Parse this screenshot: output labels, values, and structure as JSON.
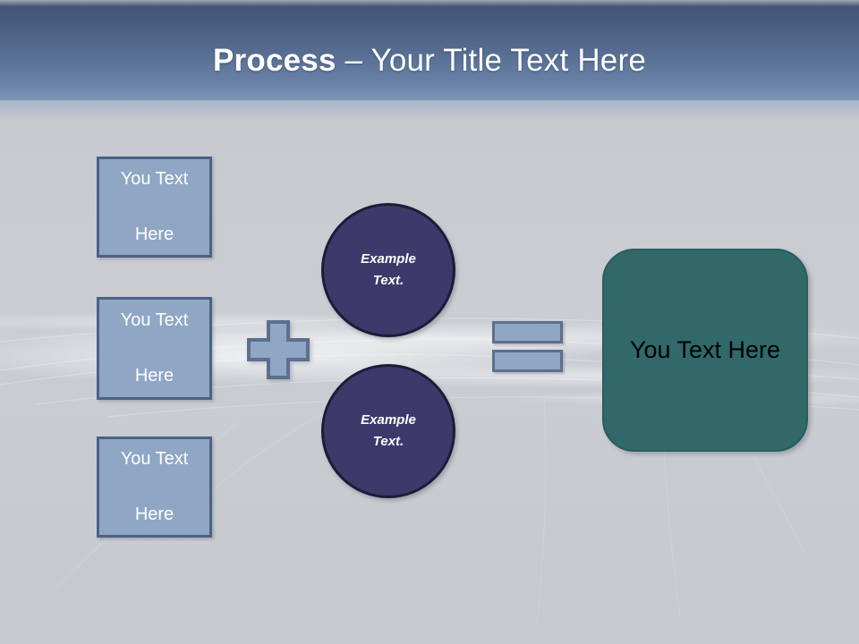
{
  "slide": {
    "title_bold": "Process",
    "title_rest": " – Your Title Text Here",
    "background_top_color": "#415473",
    "background_body_color": "#c8cbd0"
  },
  "inputs": {
    "accent_fill": "#8fa6c5",
    "accent_border": "#4c6186",
    "items": [
      {
        "line1": "You Text",
        "line2": "Here"
      },
      {
        "line1": "You Text",
        "line2": "Here"
      },
      {
        "line1": "You Text",
        "line2": "Here"
      }
    ]
  },
  "operators": {
    "plus_label": "+",
    "equals_label": "="
  },
  "circles": {
    "fill": "#3b3a6b",
    "border": "#1d1c38",
    "items": [
      {
        "line1": "Example",
        "line2": "Text."
      },
      {
        "line1": "Example",
        "line2": "Text."
      }
    ]
  },
  "result": {
    "label": "You Text Here",
    "fill": "#31686a",
    "text_color": "#000000"
  }
}
